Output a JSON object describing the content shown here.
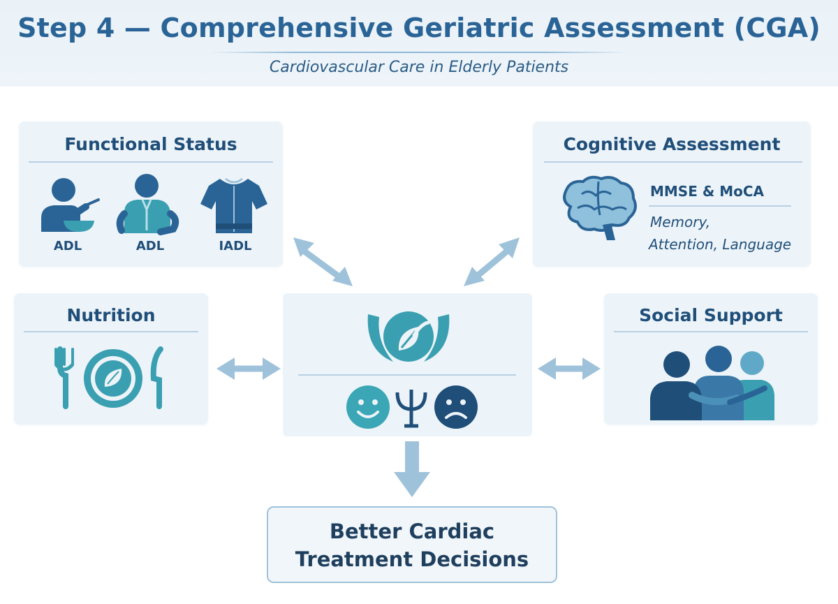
{
  "header": {
    "title": "Step 4 — Comprehensive Geriatric Assessment (CGA)",
    "subtitle": "Cardiovascular Care in Elderly Patients"
  },
  "functional": {
    "title": "Functional Status",
    "labels": [
      "ADL",
      "ADL",
      "IADL"
    ]
  },
  "cognitive": {
    "title": "Cognitive Assessment",
    "tools": "MMSE & MoCA",
    "domains_line1": "Memory,",
    "domains_line2": "Attention, Language"
  },
  "nutrition": {
    "title": "Nutrition"
  },
  "social": {
    "title": "Social Support"
  },
  "outcome": {
    "line1": "Better Cardiac",
    "line2": "Treatment Decisions"
  },
  "colors": {
    "primary_blue": "#2a6496",
    "teal": "#3a9fb0",
    "light_blue": "#9fc2db",
    "card_bg": "#edf4f9"
  }
}
